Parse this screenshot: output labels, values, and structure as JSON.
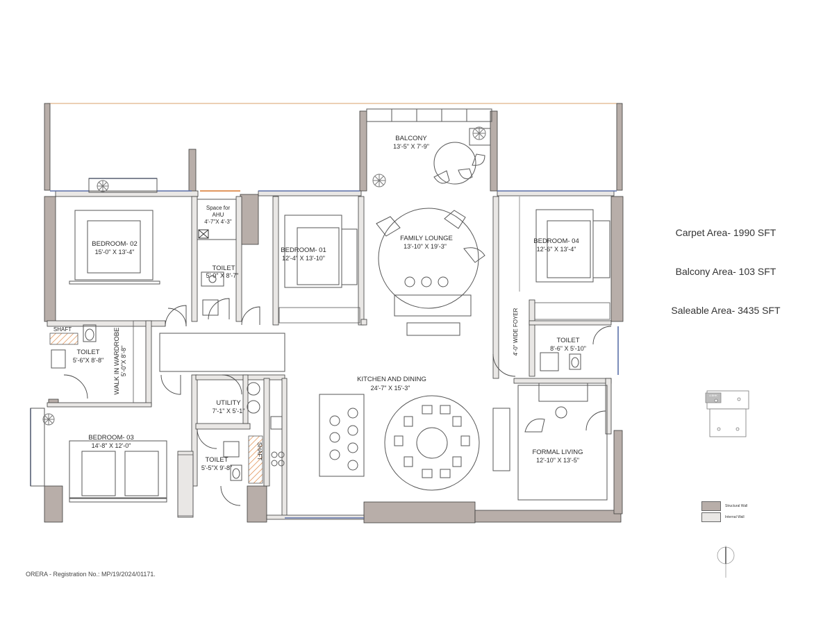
{
  "colors": {
    "structural": "#b8aea9",
    "internal": "#e9e7e5",
    "line": "#3a3a3a",
    "glass": "#5a6fa8",
    "accent": "#d9772a"
  },
  "rooms": {
    "balcony": {
      "name": "BALCONY",
      "dim": "13'-5\" X 7'-9\""
    },
    "bedroom02": {
      "name": "BEDROOM- 02",
      "dim": "15'-0\" X 13'-4\""
    },
    "ahu": {
      "line1": "Space for",
      "line2": "AHU",
      "dim": "4'-7\"X 4'-3\""
    },
    "toilet_a": {
      "name": "TOILET",
      "dim": "5'-0\" X 8'-7\""
    },
    "bedroom01": {
      "name": "BEDROOM- 01",
      "dim": "12'-4\" X 13'-10\""
    },
    "family_lounge": {
      "name": "FAMILY LOUNGE",
      "dim": "13'-10\" X 19'-3\""
    },
    "bedroom04": {
      "name": "BEDROOM- 04",
      "dim": "12'-6\" X 13'-4\""
    },
    "shaft_top": {
      "name": "SHAFT"
    },
    "toilet_b": {
      "name": "TOILET",
      "dim": "5'-6\"X 8'-8\""
    },
    "walk_in": {
      "name": "WALK IN WARDROBE",
      "dim": "5'-0\"X 8'-8\""
    },
    "wide_foyer": {
      "name": "4'-0\" WIDE FOYER"
    },
    "toilet_c": {
      "name": "TOILET",
      "dim": "8'-6\" X 5'-10\""
    },
    "kitchen": {
      "name": "KITCHEN AND DINING",
      "dim": "24'-7\" X 15'-3\""
    },
    "utility": {
      "name": "UTILITY",
      "dim": "7'-1\" X 5'-1\""
    },
    "bedroom03": {
      "name": "BEDROOM- 03",
      "dim": "14'-8\" X 12'-0\""
    },
    "toilet_d": {
      "name": "TOILET",
      "dim": "5'-5\"X 9'-8\""
    },
    "shaft_bottom": {
      "name": "SHAFT"
    },
    "formal_living": {
      "name": "FORMAL LIVING",
      "dim": "12'-10\" X 13'-5\""
    }
  },
  "areas": {
    "carpet": "Carpet Area- 1990 SFT",
    "balcony": "Balcony Area- 103  SFT",
    "saleable": "Saleable Area- 3435 SFT"
  },
  "key_plan": {
    "label": "4 BHK"
  },
  "legend": {
    "structural": "Structural Wall",
    "internal": "Internal Wall"
  },
  "registration": "ORERA - Registration No.: MP/19/2024/01171."
}
